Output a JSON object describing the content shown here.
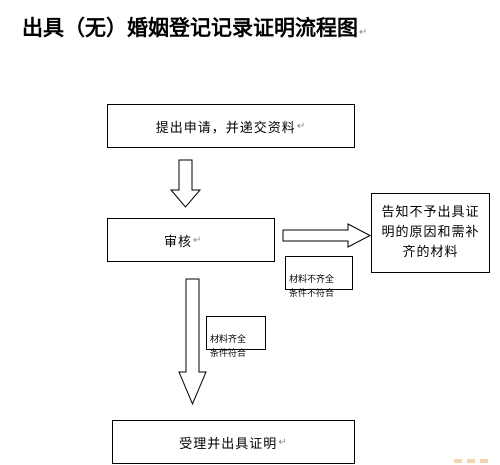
{
  "title": "出具（无）婚姻登记记录证明流程图",
  "para_mark": "↵",
  "steps": {
    "submit": "提出申请，并递交资料",
    "review": "审核",
    "notify": "告知不予出具证明的原因和需补齐的材料",
    "accept": "受理并出具证明"
  },
  "conditions": {
    "incomplete": "材料不齐全\n条件不符合",
    "complete": "材料齐全\n条件符合"
  },
  "colors": {
    "line": "#000000",
    "background": "#ffffff"
  }
}
